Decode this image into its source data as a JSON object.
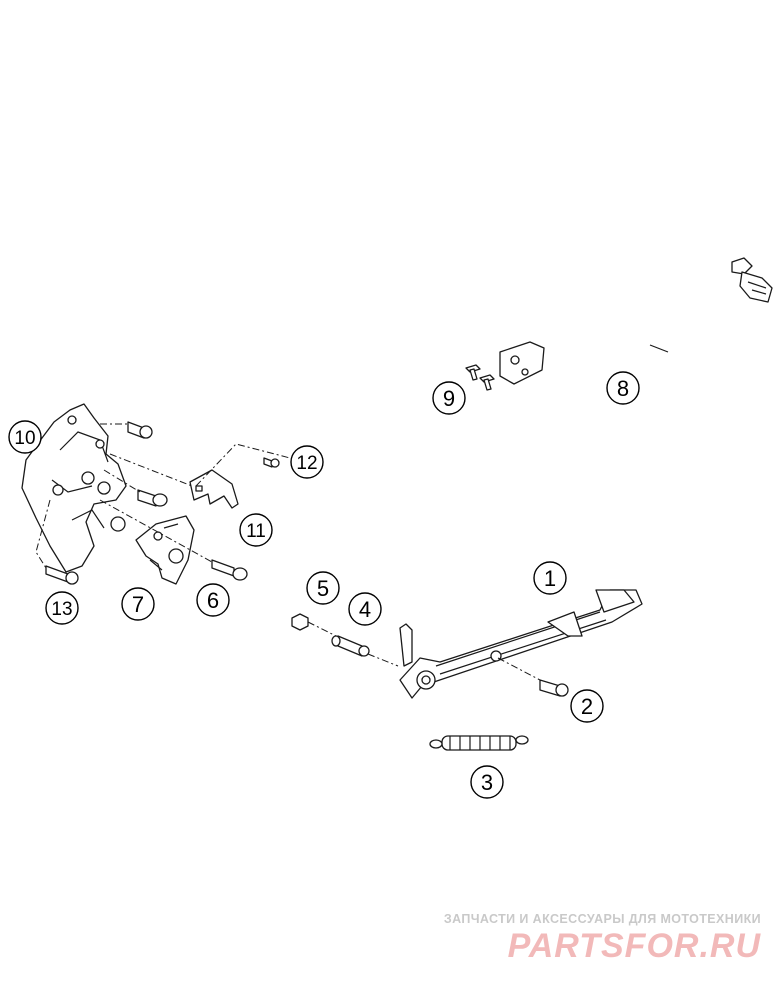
{
  "callouts": [
    {
      "label": "1"
    },
    {
      "label": "2"
    },
    {
      "label": "3"
    },
    {
      "label": "4"
    },
    {
      "label": "5"
    },
    {
      "label": "6"
    },
    {
      "label": "7"
    },
    {
      "label": "8"
    },
    {
      "label": "9"
    },
    {
      "label": "10"
    },
    {
      "label": "11"
    },
    {
      "label": "12"
    },
    {
      "label": "13"
    }
  ],
  "watermark": {
    "caption": "ЗАПЧАСТИ И АКСЕССУАРЫ ДЛЯ МОТОТЕХНИКИ",
    "logo_text": "PARTSFOR.RU",
    "color_red": "#f2b9b9",
    "color_gray": "#d0d0d0"
  }
}
